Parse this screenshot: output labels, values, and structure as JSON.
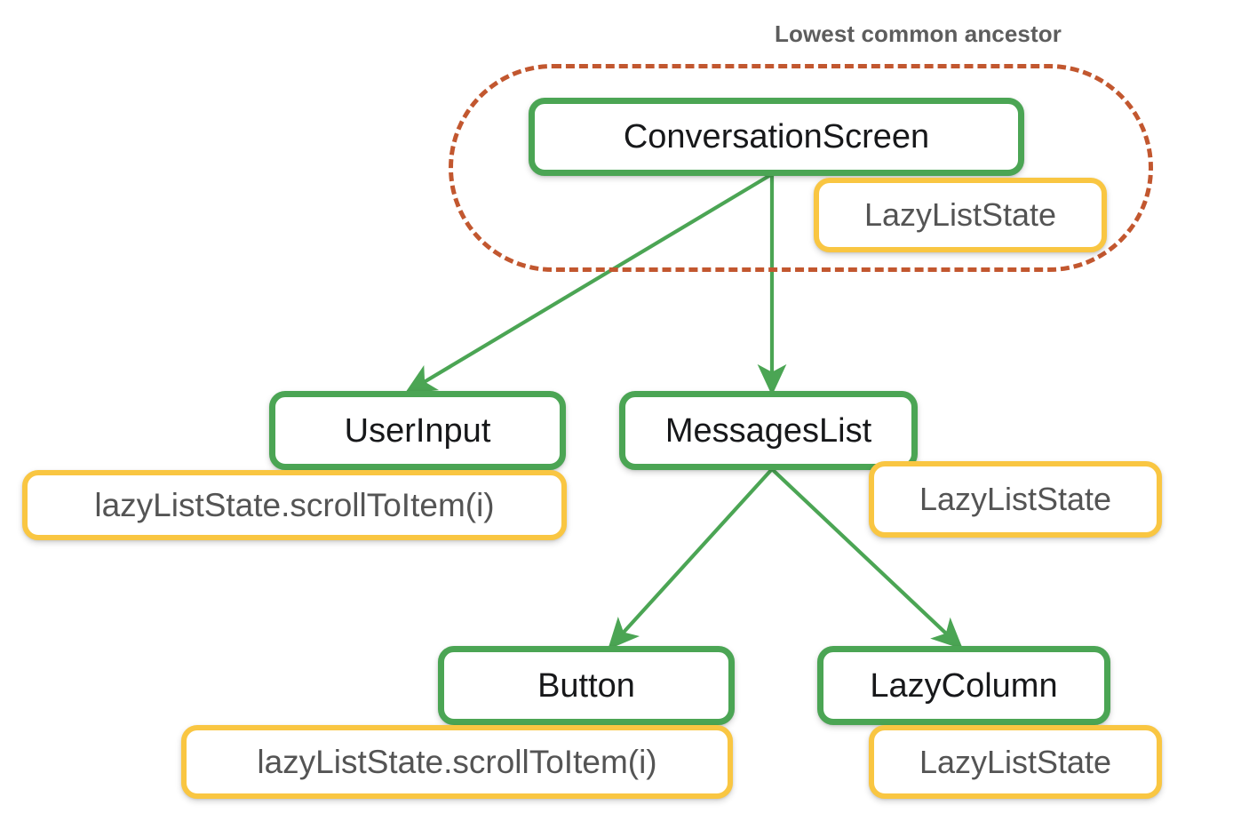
{
  "diagram": {
    "title_annotation": "Lowest common ancestor",
    "colors": {
      "composable_border": "#4BA554",
      "state_border": "#F9C642",
      "ancestor_border": "#C2572F",
      "edge": "#4BA554",
      "composable_text": "#17181A",
      "state_text": "#545454",
      "annotation_text": "#5D5D5D",
      "background": "#FFFFFF"
    },
    "nodes": [
      {
        "id": "conversation-screen",
        "kind": "composable",
        "label": "ConversationScreen"
      },
      {
        "id": "conversation-screen-state",
        "kind": "state",
        "label": "LazyListState"
      },
      {
        "id": "user-input",
        "kind": "composable",
        "label": "UserInput"
      },
      {
        "id": "user-input-state",
        "kind": "state",
        "label": "lazyListState.scrollToItem(i)"
      },
      {
        "id": "messages-list",
        "kind": "composable",
        "label": "MessagesList"
      },
      {
        "id": "messages-list-state",
        "kind": "state",
        "label": "LazyListState"
      },
      {
        "id": "button",
        "kind": "composable",
        "label": "Button"
      },
      {
        "id": "button-state",
        "kind": "state",
        "label": "lazyListState.scrollToItem(i)"
      },
      {
        "id": "lazy-column",
        "kind": "composable",
        "label": "LazyColumn"
      },
      {
        "id": "lazy-column-state",
        "kind": "state",
        "label": "LazyListState"
      }
    ],
    "edges": [
      {
        "from": "conversation-screen",
        "to": "user-input"
      },
      {
        "from": "conversation-screen",
        "to": "messages-list"
      },
      {
        "from": "messages-list",
        "to": "button"
      },
      {
        "from": "messages-list",
        "to": "lazy-column"
      }
    ]
  }
}
